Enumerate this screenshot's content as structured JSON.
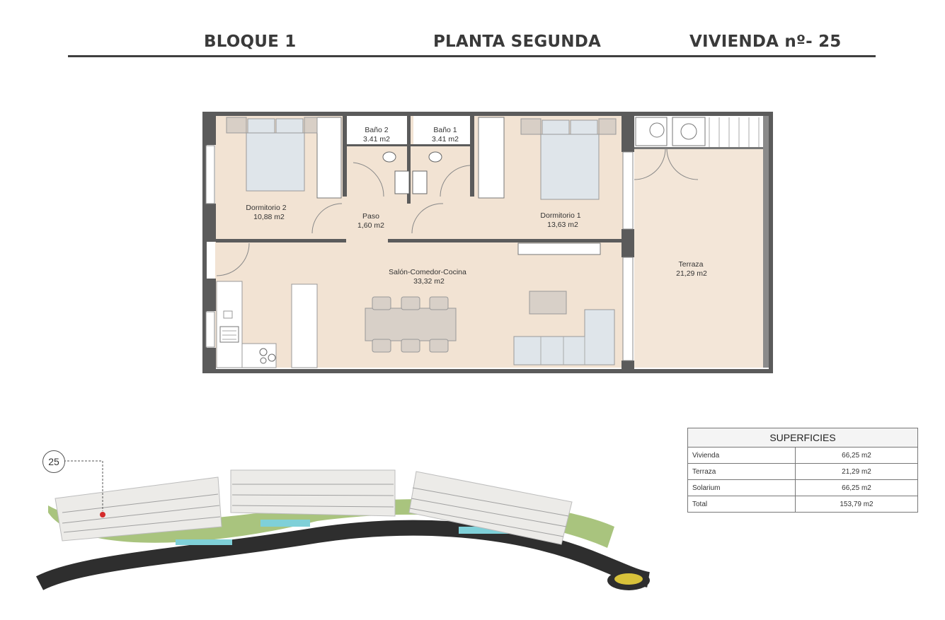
{
  "header": {
    "block": "BLOQUE 1",
    "floor": "PLANTA SEGUNDA",
    "unit": "VIVIENDA nº- 25"
  },
  "rooms": [
    {
      "name": "Baño 2",
      "area": "3.41 m2"
    },
    {
      "name": "Baño 1",
      "area": "3.41 m2"
    },
    {
      "name": "Dormitorio 2",
      "area": "10,88 m2"
    },
    {
      "name": "Paso",
      "area": "1,60 m2"
    },
    {
      "name": "Dormitorio 1",
      "area": "13,63 m2"
    },
    {
      "name": "Terraza",
      "area": "21,29 m2"
    },
    {
      "name": "Salón-Comedor-Cocina",
      "area": "33,32 m2"
    }
  ],
  "surfaces": {
    "title": "SUPERFICIES",
    "rows": [
      {
        "label": "Vivienda",
        "value": "66,25 m2"
      },
      {
        "label": "Terraza",
        "value": "21,29 m2"
      },
      {
        "label": "Solarium",
        "value": "66,25 m2"
      },
      {
        "label": "Total",
        "value": "153,79 m2"
      }
    ]
  },
  "aerial": {
    "marker": "25"
  },
  "colors": {
    "floor": "#f2e3d3",
    "wall": "#5b5b5b",
    "furniture": "#d8d0c8",
    "bed": "#dfe5ea"
  }
}
